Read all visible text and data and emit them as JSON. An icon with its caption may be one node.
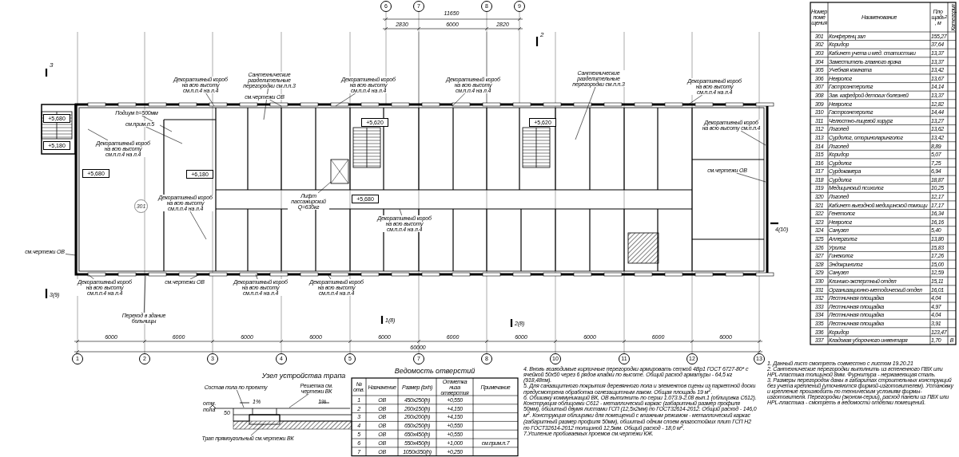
{
  "diagram": {
    "nodes": [
      {
        "text": [
          "1"
        ]
      },
      {
        "text": [
          "2"
        ]
      },
      {
        "text": [
          "3"
        ]
      },
      {
        "text": [
          "4"
        ]
      },
      {
        "text": [
          "5"
        ]
      },
      {
        "text": [
          "7"
        ]
      },
      {
        "text": [
          "8"
        ]
      },
      {
        "text": [
          "10"
        ]
      },
      {
        "text": [
          "11"
        ]
      },
      {
        "text": [
          "12"
        ]
      },
      {
        "text": [
          "13"
        ]
      },
      {
        "text": [
          "6"
        ]
      },
      {
        "text": [
          "7"
        ]
      },
      {
        "text": [
          "8"
        ]
      },
      {
        "text": [
          "9"
        ]
      },
      {
        "text": [
          "+5,680"
        ]
      },
      {
        "text": [
          "+5,180"
        ]
      },
      {
        "text": [
          "+5,680"
        ]
      },
      {
        "text": [
          "+6,180"
        ]
      },
      {
        "text": [
          "+5,620"
        ]
      },
      {
        "text": [
          "+5,680"
        ]
      },
      {
        "text": [
          "+5,620"
        ]
      },
      {
        "text": [
          "301"
        ]
      },
      {
        "text": [
          "Декоративный короб на всю высоту см.п.п.4 на л.4"
        ]
      },
      {
        "text": [
          "Подиум h=500мм"
        ]
      },
      {
        "text": [
          "см.прим.п.5"
        ]
      },
      {
        "text": [
          "Декоративный короб на всю высоту см.п.п.4 на л.4"
        ]
      },
      {
        "text": [
          "Декоративный короб на всю высоту см.п.п.4 на л.4"
        ]
      },
      {
        "text": [
          "Сантехнические разделительные перегородки см.п.п.3"
        ]
      },
      {
        "text": [
          "см.чертежи ОВ"
        ]
      },
      {
        "text": [
          "Декоративный короб на всю высоту см.п.п.4 на л.4"
        ]
      },
      {
        "text": [
          "Лифт пассажирский Q=630кг"
        ]
      },
      {
        "text": [
          "Декоративный короб на всю высоту см.п.п.4 на л.4"
        ]
      },
      {
        "text": [
          "Декоративный короб на всю высоту см.п.п.4 на л.4"
        ]
      },
      {
        "text": [
          "Сантехнические разделительные перегородки см.п.п.3"
        ]
      },
      {
        "text": [
          "Декоративный короб на всю высоту см.п.п.4 на л.4"
        ]
      },
      {
        "text": [
          "Декоративный короб на всю высоту см.п.п.4"
        ]
      },
      {
        "text": [
          "см.чертежи ОВ"
        ]
      },
      {
        "text": [
          "см.чертежи ОВ"
        ]
      },
      {
        "text": [
          "Декоративный короб на всю высоту см.п.п.4 на л.4"
        ]
      },
      {
        "text": [
          "см.чертежи ОВ"
        ]
      },
      {
        "text": [
          "Декоративный короб на всю высоту см.п.п.4 на л.4"
        ]
      },
      {
        "text": [
          "Декоративный короб на всю высоту см.п.п.4 на л.4"
        ]
      },
      {
        "text": [
          "Переход в здание больницы"
        ]
      },
      {
        "text": [
          "Состав пола по проекту"
        ]
      },
      {
        "text": [
          "Решетка см. чертежи ВК"
        ]
      },
      {
        "text": [
          "Трап прямоугольный см.чертежи ВК"
        ]
      }
    ],
    "edges": [
      {
        "from": 23,
        "to": null,
        "arrow": "none"
      },
      {
        "from": 24,
        "to": null,
        "arrow": "none"
      },
      {
        "from": 25,
        "to": null,
        "arrow": "none"
      },
      {
        "from": 26,
        "to": null,
        "arrow": "none"
      },
      {
        "from": 27,
        "to": null,
        "arrow": "none"
      },
      {
        "from": 28,
        "to": null,
        "arrow": "none"
      },
      {
        "from": 29,
        "to": null,
        "arrow": "none"
      },
      {
        "from": 30,
        "to": null,
        "arrow": "none"
      },
      {
        "from": 31,
        "to": null,
        "arrow": "none"
      },
      {
        "from": 32,
        "to": null,
        "arrow": "none"
      },
      {
        "from": 33,
        "to": null,
        "arrow": "none"
      },
      {
        "from": 34,
        "to": null,
        "arrow": "none"
      },
      {
        "from": 35,
        "to": null,
        "arrow": "none"
      },
      {
        "from": 36,
        "to": null,
        "arrow": "none"
      },
      {
        "from": 37,
        "to": null,
        "arrow": "none"
      },
      {
        "from": 38,
        "to": null,
        "arrow": "none"
      },
      {
        "from": 39,
        "to": null,
        "arrow": "none"
      },
      {
        "from": 40,
        "to": null,
        "arrow": "none"
      },
      {
        "from": 41,
        "to": null,
        "arrow": "none"
      },
      {
        "from": 42,
        "to": null,
        "arrow": "none"
      },
      {
        "from": 43,
        "to": null,
        "arrow": "none"
      },
      {
        "from": 44,
        "to": null,
        "arrow": "none"
      },
      {
        "from": 45,
        "to": null,
        "arrow": "none"
      },
      {
        "from": 46,
        "to": null,
        "arrow": "none"
      }
    ],
    "labels": [
      "11650",
      "2830",
      "6000",
      "2820",
      "2",
      "3",
      "3(9)",
      "1(8)",
      "2(8)",
      "4(10)",
      "Номер помещения",
      "Наименование",
      "Площадь, м$^{2}$",
      "Категория",
      "301",
      "Конференц зал",
      "155,27",
      "302",
      "Коридор",
      "37,64",
      "303",
      "Кабинет учета и мед. статистики",
      "13,37",
      "304",
      "Заместитель главного врача",
      "13,37",
      "305",
      "Учебная комната",
      "13,42",
      "306",
      "Невролог",
      "13,67",
      "307",
      "Гастроэнтеролог",
      "14,14",
      "308",
      "Зав. кафедрой детских болезней",
      "13,37",
      "309",
      "Невролог",
      "12,82",
      "310",
      "Гастроэнтеролог",
      "14,44",
      "311",
      "Челюстно-лицевой хирург",
      "13,27",
      "312",
      "Логопед",
      "13,62",
      "313",
      "Сурдолог, оториноларинголог",
      "13,42",
      "314",
      "Логопед",
      "8,89",
      "315",
      "Коридор",
      "5,07",
      "316",
      "Сурдолог",
      "7,25",
      "317",
      "Сурдокамера",
      "6,94",
      "318",
      "Сурдолог",
      "18,87",
      "319",
      "Медицинский психолог",
      "10,25",
      "320",
      "Логопед",
      "12,17",
      "321",
      "Кабинет выездной медицинской помощи",
      "17,17",
      "322",
      "Генетолог",
      "16,34",
      "323",
      "Невролог",
      "16,16",
      "324",
      "Санузел",
      "5,40",
      "325",
      "Аллерголог",
      "13,80",
      "326",
      "Уролог",
      "15,83",
      "327",
      "Гинеколог",
      "17,26",
      "328",
      "Эндокринолог",
      "15,00",
      "329",
      "Санузел",
      "12,59",
      "330",
      "Клинико-экспертный отдел",
      "15,11",
      "331",
      "Организационно-методический отдел",
      "16,01",
      "332",
      "Лестничная площадка",
      "4,04",
      "333",
      "Лестничная площадка",
      "4,97",
      "334",
      "Лестничная площадка",
      "4,04",
      "335",
      "Лестничная площадка",
      "3,91",
      "336",
      "Коридор",
      "123,47",
      "337",
      "Кладовая уборочного инвентаря",
      "1,70",
      "В",
      "Узел устройства трапа",
      "отм. пола",
      "1%",
      "1%",
      "50",
      "Ведомость отверстий",
      "№ отв.",
      "Назначение",
      "Размер (bxh)",
      "Отметка низа отверстия",
      "Примечание",
      "1",
      "ОВ",
      "450х250(h)",
      "+0,550",
      "2",
      "ОВ",
      "200х150(h)",
      "+4,150",
      "3",
      "ОВ",
      "200х200(h)",
      "+4,150",
      "4",
      "ОВ",
      "650х250(h)",
      "+0,550",
      "5",
      "ОВ",
      "650х450(h)",
      "+0,550",
      "6",
      "ОВ",
      "550х450(h)",
      "+1,000",
      "см.прим.п.7",
      "7",
      "ОВ",
      "1050х350(h)",
      "+0,250",
      "4. Вновь возводимые кирпичные перегородки армировать сеткой 4Вр1 ГОСТ 6727-80* с ячейкой 50х50 через 6 рядов кладки по высоте. Общий расход арматуры - 64,5 кг (918,48пм).",
      "5. Для санзащитного покрытия деревянного пола и элементов сцены из паркетной доски предусмотрена обработка огнезащитным лаком. Общая площадь 19 м$^{2}$.",
      "6. Обшивку коммуникаций ВК, ОВ выполнить по серии 1.073.9-2.08 вып.1 (облицовка С612). Конструкция облицовки С612 - металлический каркас (габаритный размер профиля 50мм), обшитый двумя листами ГСП (12,5х2мм) по ГОСТ32614-2012. Общий расход - 146,0 м$^{2}$. Конструкция облицовки для помещений с влажным режимом - металлический каркас (габаритный размер профиля 50мм), обшитый одним слоем влагостойких плит ГСП Н2 по ГОСТ32614-2012 толщиной 12,5мм. Общий расход - 18,0 м$^{2}$.",
      "7.Усиление пробиваемых проемов см.чертежи КЖ.",
      "1. Данный лист смотреть совместно с листом 19.20.21",
      "2. Сантехнические перегородки выполнить из вспененного ПВХ или HPL-пластика толщиной 8мм. Фурнитура - нержавеющая сталь.",
      "3. Размеры перегородок даны в габаритах строительных конструкций без учета креплений (уточняются фирмой-изготовителем). Установку и крепление производить по техническим условиям фирмы-изготовителя. Перегородки (эконом-серии), расход панели из ПВХ или HPL-пластика - смотреть в ведомости отделки помещений.",
      "6000",
      "6000",
      "6000",
      "6000",
      "6000",
      "6000",
      "6000",
      "6000",
      "6000",
      "6000",
      "60000"
    ]
  }
}
